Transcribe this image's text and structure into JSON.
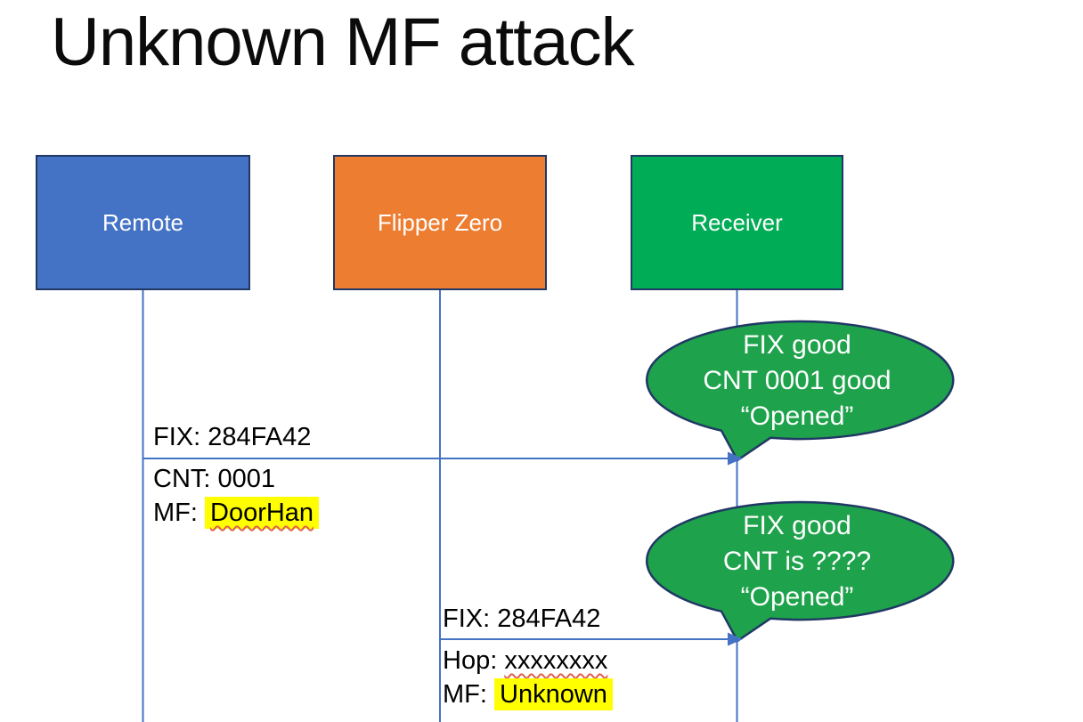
{
  "slide": {
    "title": "Unknown MF attack"
  },
  "actors": [
    {
      "id": "remote",
      "label": "Remote",
      "color": "#4472C4"
    },
    {
      "id": "flipper-zero",
      "label": "Flipper Zero",
      "color": "#ED7D31"
    },
    {
      "id": "receiver",
      "label": "Receiver",
      "color": "#00AC55"
    }
  ],
  "messages": [
    {
      "from": "Remote",
      "to": "Receiver",
      "above": "FIX: 284FA42",
      "row1_prefix": "CNT: ",
      "row1_value": "0001",
      "row2_prefix": "MF: ",
      "row2_value": "DoorHan"
    },
    {
      "from": "Flipper Zero",
      "to": "Receiver",
      "above": "FIX: 284FA42",
      "row1_prefix": "Hop: ",
      "row1_value": "xxxxxxxx",
      "row2_prefix": "MF: ",
      "row2_value": "Unknown"
    }
  ],
  "callouts": [
    {
      "line1": "FIX good",
      "line2": "CNT 0001 good",
      "line3": "“Opened”"
    },
    {
      "line1": "FIX good",
      "line2": "CNT is ????",
      "line3": "“Opened”"
    }
  ],
  "colors": {
    "actor_remote": "#4472C4",
    "actor_flipper": "#ED7D31",
    "actor_receiver": "#00AC55",
    "callout_fill": "#1EA24B",
    "shape_outline": "#203864",
    "connector": "#4472C4",
    "highlight": "#FFFF00",
    "squiggle": "#E0604D",
    "text_dark": "#000000",
    "text_light": "#FFFFFF"
  }
}
